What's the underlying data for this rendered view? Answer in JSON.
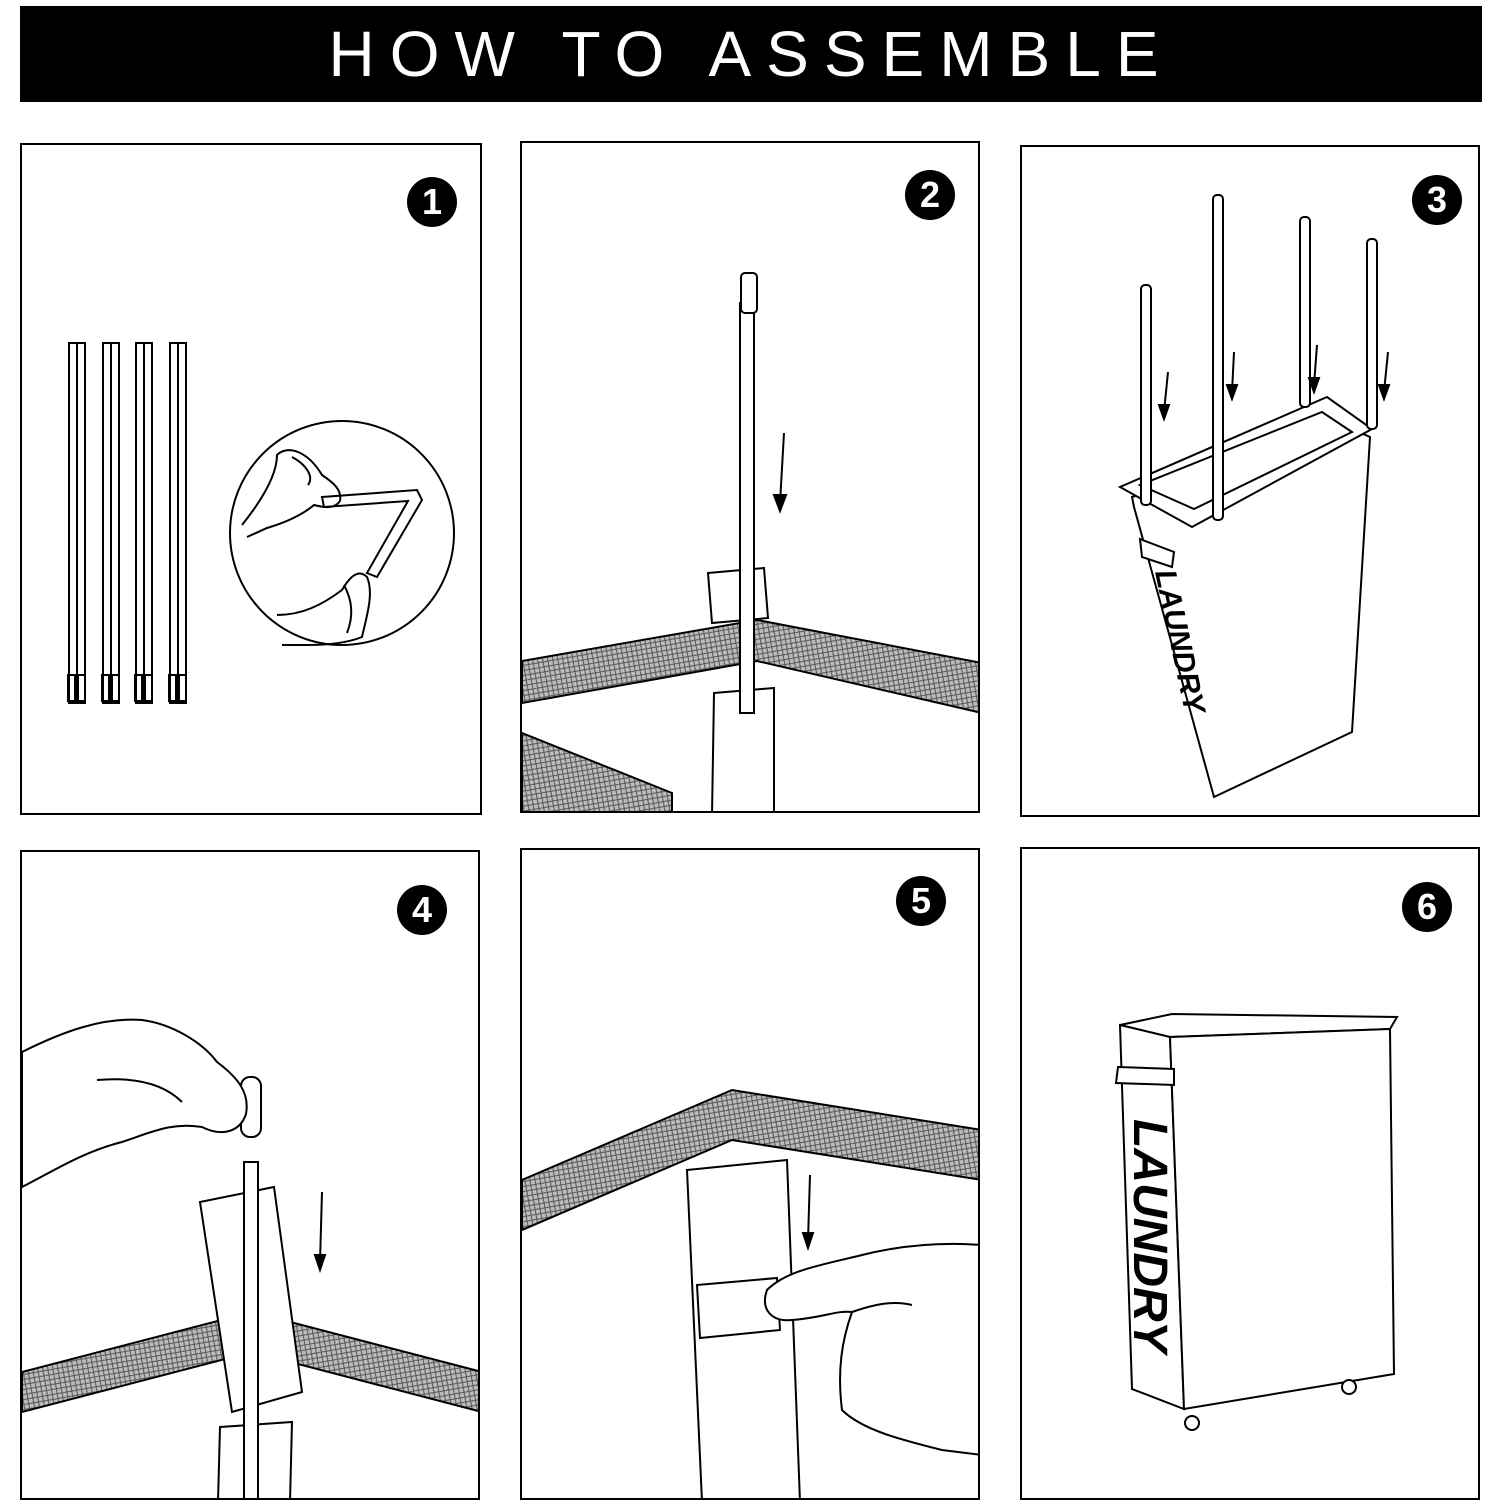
{
  "header": {
    "title": "HOW TO ASSEMBLE"
  },
  "steps": [
    {
      "number": "1"
    },
    {
      "number": "2"
    },
    {
      "number": "3",
      "bin_label": "LAUNDRY"
    },
    {
      "number": "4"
    },
    {
      "number": "5"
    },
    {
      "number": "6",
      "bin_label": "LAUNDRY"
    }
  ],
  "colors": {
    "ink": "#000000",
    "paper": "#ffffff",
    "mesh": "#8a8a8a"
  }
}
